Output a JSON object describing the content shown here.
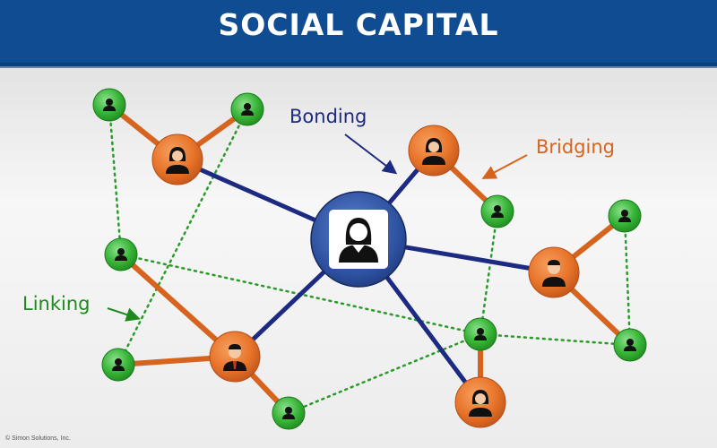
{
  "title": "SOCIAL CAPITAL",
  "labels": {
    "bonding": "Bonding",
    "bridging": "Bridging",
    "linking": "Linking"
  },
  "copyright": "© Simon Solutions, Inc.",
  "colors": {
    "banner": "#0f4c92",
    "bonding": "#1d2a82",
    "bridging": "#d7641e",
    "linking": "#1e8a1e",
    "orange_node": "#e8742a",
    "green_node": "#36b336",
    "center_node": "#2c4f9e"
  },
  "icons": {
    "person": "person-icon",
    "woman": "woman-icon",
    "man": "man-icon"
  }
}
